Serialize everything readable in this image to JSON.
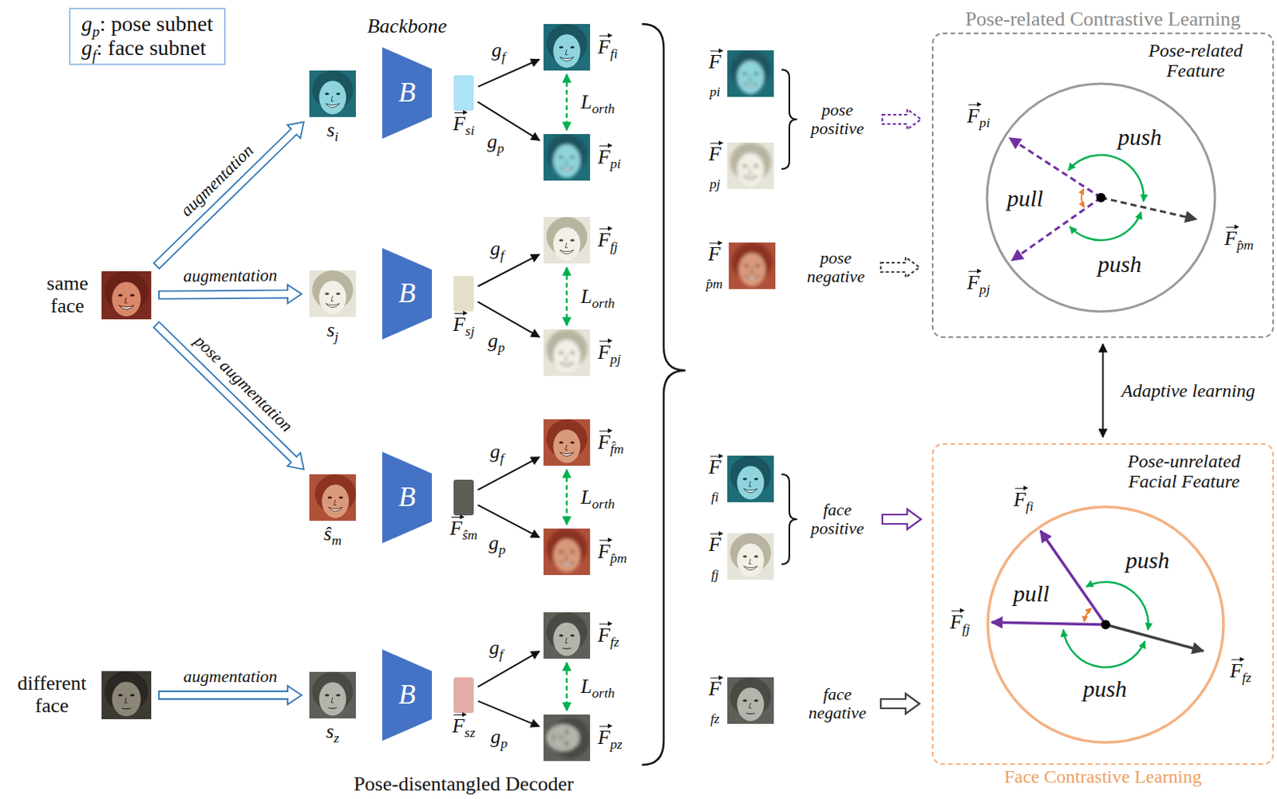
{
  "diagram": {
    "nodes": [
      {
        "text": [
          "gp: pose subnet",
          "gf: face subnet"
        ]
      },
      {
        "text": [
          "same face"
        ]
      },
      {
        "text": [
          "si"
        ]
      },
      {
        "text": [
          "B"
        ]
      },
      {
        "text": [
          "Fsi"
        ]
      },
      {
        "text": [
          "Ffi"
        ]
      },
      {
        "text": [
          "Fpi"
        ]
      },
      {
        "text": [
          "sj"
        ]
      },
      {
        "text": [
          "B"
        ]
      },
      {
        "text": [
          "Fsj"
        ]
      },
      {
        "text": [
          "Ffj"
        ]
      },
      {
        "text": [
          "Fpj"
        ]
      },
      {
        "text": [
          "ŝm"
        ]
      },
      {
        "text": [
          "B"
        ]
      },
      {
        "text": [
          "Fŝm"
        ]
      },
      {
        "text": [
          "Ff̂m"
        ]
      },
      {
        "text": [
          "Fp̂m"
        ]
      },
      {
        "text": [
          "different face"
        ]
      },
      {
        "text": [
          "sz"
        ]
      },
      {
        "text": [
          "B"
        ]
      },
      {
        "text": [
          "Fsz"
        ]
      },
      {
        "text": [
          "Ffz"
        ]
      },
      {
        "text": [
          "Fpz"
        ]
      },
      {
        "text": [
          "Fpi"
        ]
      },
      {
        "text": [
          "Fpj"
        ]
      },
      {
        "text": [
          "Fp̂m"
        ]
      },
      {
        "text": [
          "Ffi"
        ]
      },
      {
        "text": [
          "Ffj"
        ]
      },
      {
        "text": [
          "Ffz"
        ]
      },
      {
        "text": [
          "Pose-related Contrastive Learning",
          "Pose-related Feature"
        ]
      },
      {
        "text": [
          "Pose-unrelated Facial Feature",
          "Face Contrastive Learning"
        ]
      }
    ],
    "edges": [
      {
        "from": 1,
        "to": 2,
        "label": "augmentation",
        "arrow": "to"
      },
      {
        "from": 1,
        "to": 7,
        "label": "augmentation",
        "arrow": "to"
      },
      {
        "from": 1,
        "to": 12,
        "label": "pose augmentation",
        "arrow": "to"
      },
      {
        "from": 17,
        "to": 18,
        "label": "augmentation",
        "arrow": "to"
      },
      {
        "from": 4,
        "to": 5,
        "label": "gf",
        "arrow": "to"
      },
      {
        "from": 4,
        "to": 6,
        "label": "gp",
        "arrow": "to"
      },
      {
        "from": 9,
        "to": 10,
        "label": "gf",
        "arrow": "to"
      },
      {
        "from": 9,
        "to": 11,
        "label": "gp",
        "arrow": "to"
      },
      {
        "from": 14,
        "to": 15,
        "label": "gf",
        "arrow": "to"
      },
      {
        "from": 14,
        "to": 16,
        "label": "gp",
        "arrow": "to"
      },
      {
        "from": 20,
        "to": 21,
        "label": "gf",
        "arrow": "to"
      },
      {
        "from": 20,
        "to": 22,
        "label": "gp",
        "arrow": "to"
      },
      {
        "from": 5,
        "to": 6,
        "label": "Lorth",
        "arrow": "both"
      },
      {
        "from": 10,
        "to": 11,
        "label": "Lorth",
        "arrow": "both"
      },
      {
        "from": 15,
        "to": 16,
        "label": "Lorth",
        "arrow": "both"
      },
      {
        "from": 21,
        "to": 22,
        "label": "Lorth",
        "arrow": "both"
      },
      {
        "from": 29,
        "to": 30,
        "label": "Adaptive learning",
        "arrow": "both"
      }
    ],
    "labels": [
      "Backbone",
      "Pose-disentangled Decoder",
      "pose positive",
      "pose negative",
      "face positive",
      "face negative",
      "Fpi",
      "Fpj",
      "Fp̂m",
      "push",
      "push",
      "pull",
      "Ffi",
      "Ffj",
      "Ffz",
      "push",
      "push",
      "pull"
    ]
  }
}
